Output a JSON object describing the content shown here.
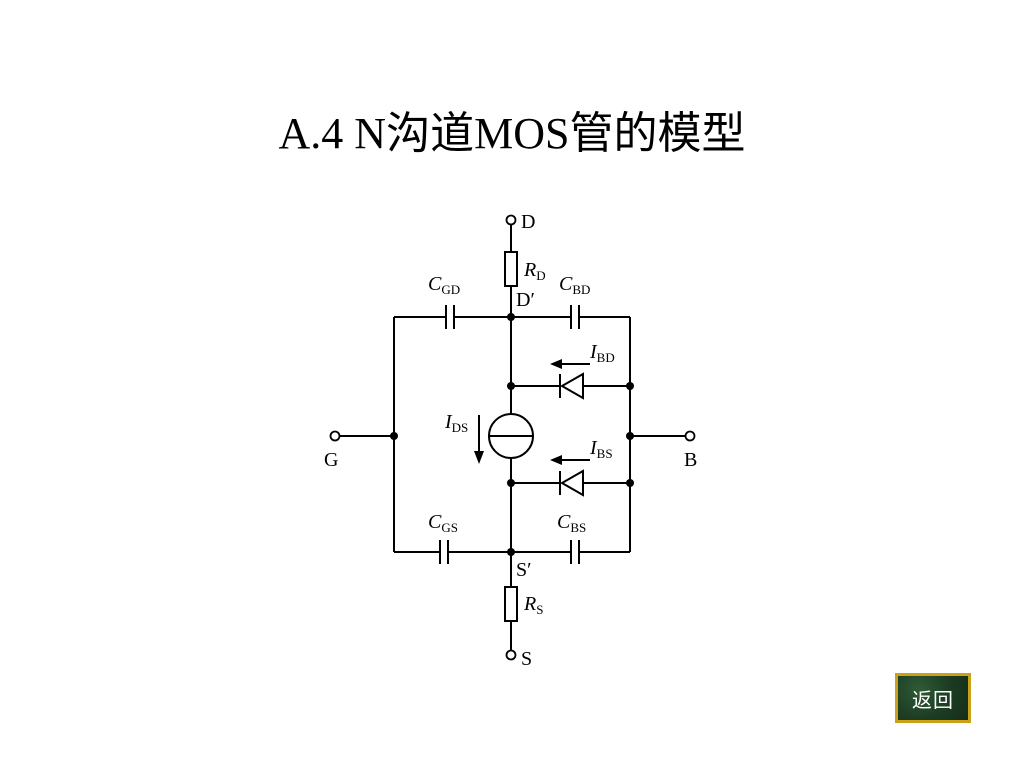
{
  "title": "A.4  N沟道MOS管的模型",
  "back_button": {
    "label": "返回"
  },
  "terminals": {
    "drain": "D",
    "gate": "G",
    "bulk": "B",
    "source": "S"
  },
  "nodes": {
    "drain_internal": "D′",
    "source_internal": "S′"
  },
  "components": {
    "rd": {
      "sym": "R",
      "sub": "D"
    },
    "rs": {
      "sym": "R",
      "sub": "S"
    },
    "cgd": {
      "sym": "C",
      "sub": "GD"
    },
    "cbd": {
      "sym": "C",
      "sub": "BD"
    },
    "cgs": {
      "sym": "C",
      "sub": "GS"
    },
    "cbs": {
      "sym": "C",
      "sub": "BS"
    },
    "ibd": {
      "sym": "I",
      "sub": "BD"
    },
    "ibs": {
      "sym": "I",
      "sub": "BS"
    },
    "ids": {
      "sym": "I",
      "sub": "DS"
    }
  },
  "colors": {
    "line": "#000000",
    "button_bg": "#1c3b22",
    "button_border": "#c9a21a"
  }
}
